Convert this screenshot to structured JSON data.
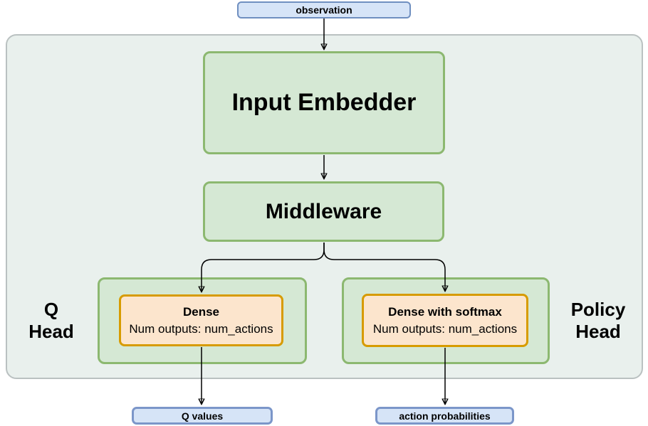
{
  "colors": {
    "container_fill": "#e9f0ed",
    "container_border": "#bac1c1",
    "green_fill": "#d5e8d4",
    "green_border": "#8cb870",
    "orange_fill": "#fce5cd",
    "orange_border": "#d79b00",
    "blue_fill": "#d6e4f7",
    "blue_border": "#6f8fc0",
    "blue_border_strong": "#7b96c9",
    "arrow": "#000000"
  },
  "observation": {
    "label": "observation"
  },
  "input_embedder": {
    "label": "Input Embedder"
  },
  "middleware": {
    "label": "Middleware"
  },
  "q_head": {
    "name_line1": "Q",
    "name_line2": "Head",
    "dense": {
      "title": "Dense",
      "subtitle": "Num outputs: num_actions"
    }
  },
  "policy_head": {
    "name_line1": "Policy",
    "name_line2": "Head",
    "dense": {
      "title": "Dense with softmax",
      "subtitle": "Num outputs: num_actions"
    }
  },
  "outputs": {
    "q_values": {
      "label": "Q values"
    },
    "action_probabilities": {
      "label": "action probabilities"
    }
  }
}
